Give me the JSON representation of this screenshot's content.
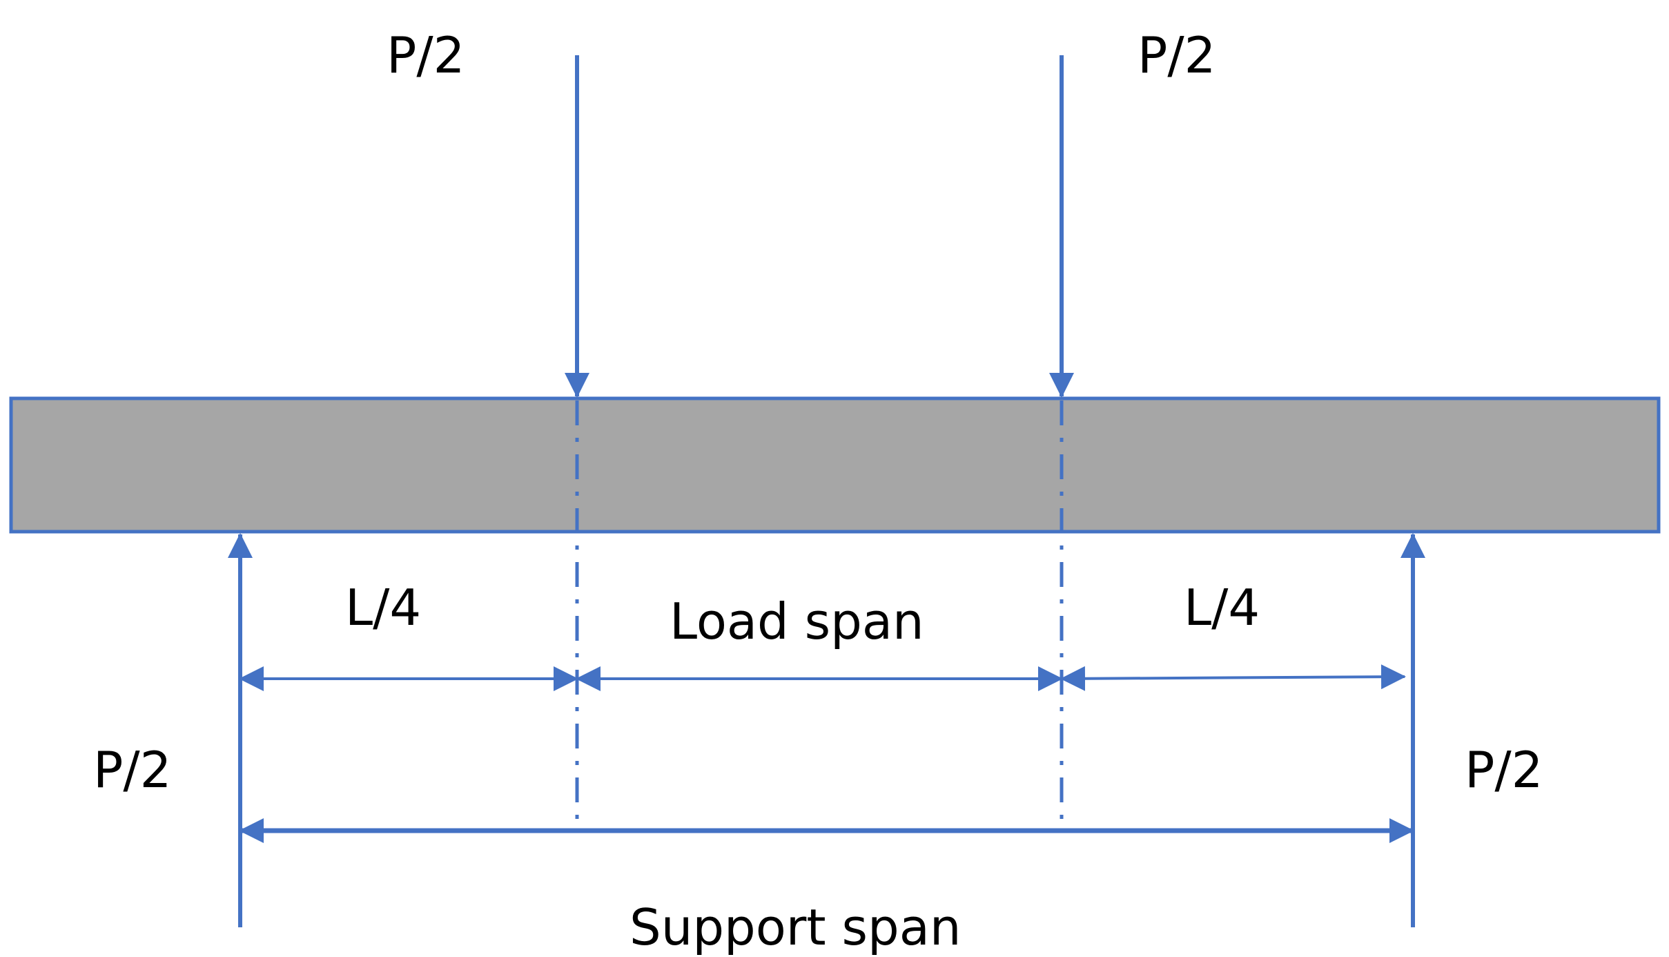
{
  "colors": {
    "line": "#4472C4",
    "beam_fill": "#A6A6A6",
    "beam_edge": "#4472C4",
    "text": "#000000"
  },
  "labels": {
    "top_left_load": "P/2",
    "top_right_load": "P/2",
    "bottom_left_reaction": "P/2",
    "bottom_right_reaction": "P/2",
    "left_quarter": "L/4",
    "right_quarter": "L/4",
    "load_span": "Load span",
    "support_span": "Support span"
  }
}
